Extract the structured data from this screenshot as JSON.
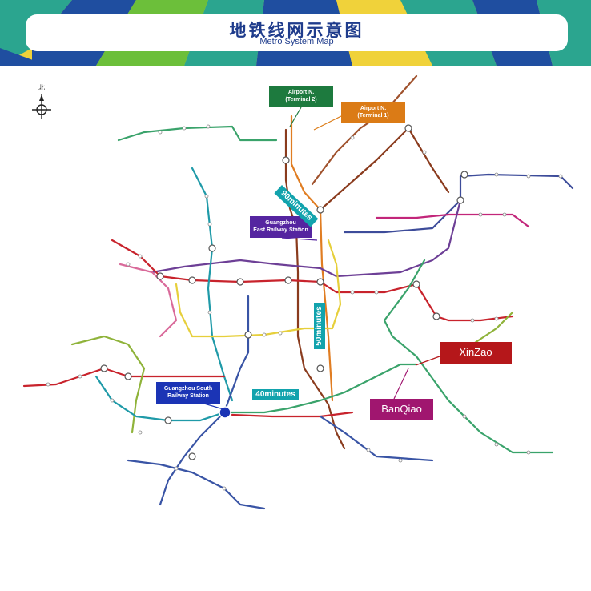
{
  "header": {
    "title_cn": "地铁线网示意图",
    "title_en": "Metro System Map"
  },
  "compass": {
    "label": "北",
    "icon": "compass-rose-icon"
  },
  "callouts": {
    "airport_north_t2": {
      "line1": "Airport N.",
      "line2": "(Terminal 2)",
      "color": "#1d7a3e"
    },
    "airport_north_t1": {
      "line1": "Airport N.",
      "line2": "(Terminal 1)",
      "color": "#db7b16"
    },
    "guangzhou_east": {
      "line1": "Guangzhou",
      "line2": "East Railway Station",
      "color": "#5525a0"
    },
    "guangzhou_south": {
      "line1": "Guangzhou South",
      "line2": "Railway Station",
      "color": "#1b34b5"
    },
    "xinzao": {
      "label": "XinZao",
      "color": "#b5171a"
    },
    "banqiao": {
      "label": "BanQiao",
      "color": "#a0166f"
    }
  },
  "durations": {
    "to_airport": "90minutes",
    "to_east_station": "50minutes",
    "to_south_station": "40minutes"
  },
  "colors": {
    "line_green": "#3aa36b",
    "line_red": "#c8232c",
    "line_yellow": "#e6cf3b",
    "line_purple": "#6d3f96",
    "line_teal": "#1f9aa8",
    "line_magenta": "#c2267a",
    "line_brown": "#8a3b1d",
    "line_blue": "#3954a5",
    "line_orange": "#e07d22",
    "line_navy": "#3d4c9a",
    "line_olive": "#8fb33a",
    "line_pink": "#d96a9a"
  }
}
